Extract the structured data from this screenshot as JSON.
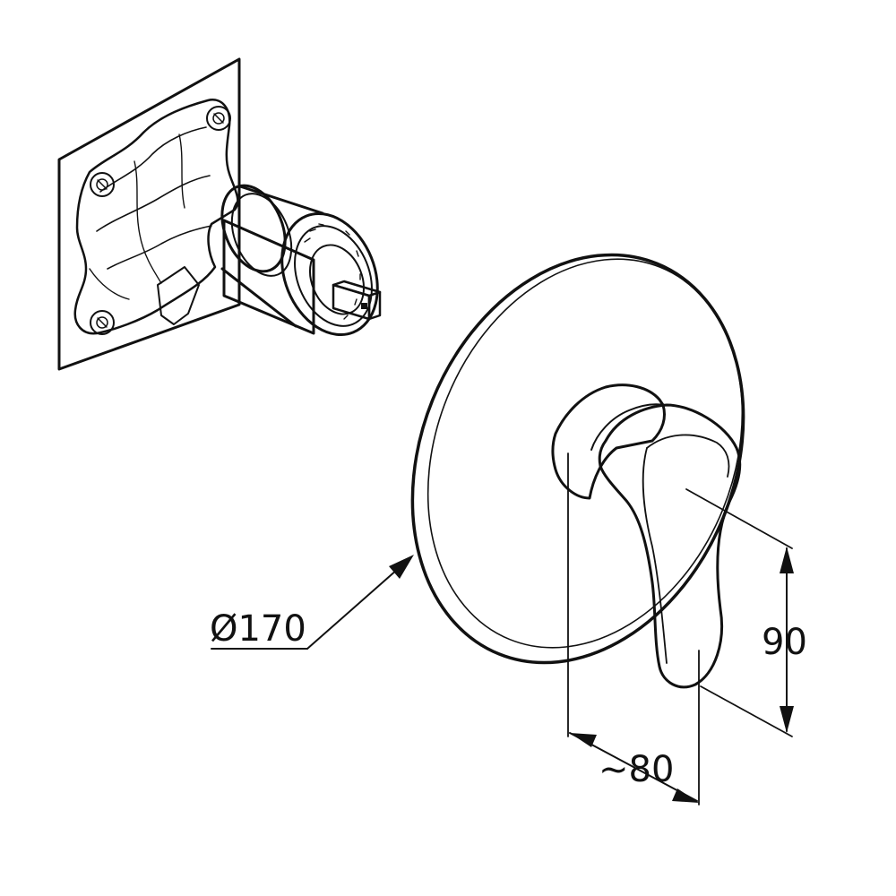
{
  "dimensions": {
    "diameter_label": "Ø170",
    "height_label": "90",
    "depth_label": "~80"
  }
}
